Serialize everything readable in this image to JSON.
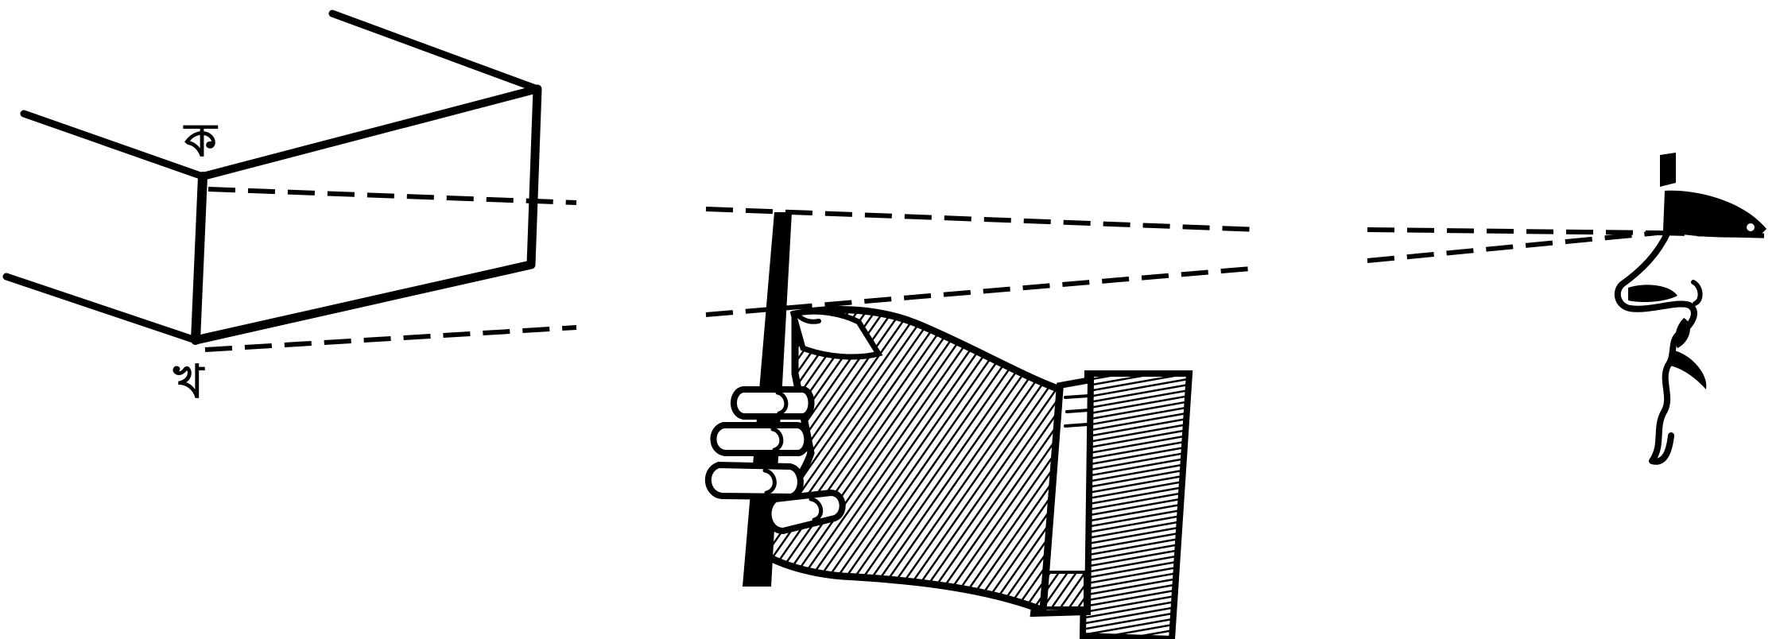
{
  "diagram": {
    "labels": {
      "top_corner": "ক",
      "bottom_corner": "খ"
    },
    "colors": {
      "ink": "#000000",
      "paper": "#ffffff"
    },
    "parts": [
      "rectangular-block",
      "hand-holding-pencil",
      "observer-eye-profile",
      "sight-lines"
    ]
  }
}
